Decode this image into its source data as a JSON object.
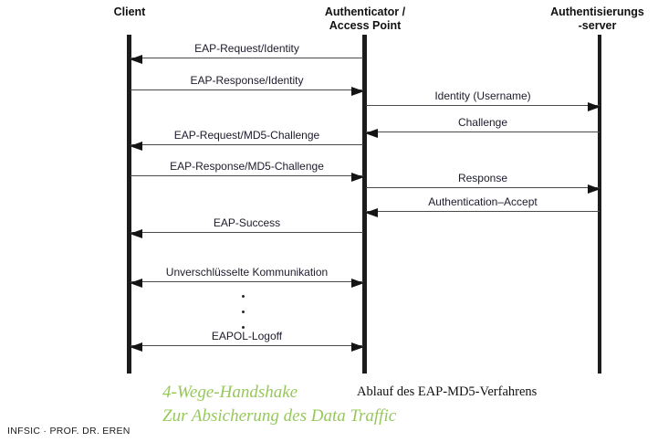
{
  "diagram": {
    "title_caption": "Ablauf des EAP-MD5-Verfahrens",
    "accent_green": "#96C85A",
    "line_color": "#4a4a4a",
    "lifeline_color": "#1c1c1c",
    "participants": [
      {
        "id": "client",
        "label_line1": "Client",
        "label_line2": ""
      },
      {
        "id": "authenticator",
        "label_line1": "Authenticator /",
        "label_line2": "Access Point"
      },
      {
        "id": "auth-server",
        "label_line1": "Authentisierungs",
        "label_line2": "-server"
      }
    ],
    "messages": [
      {
        "id": "eap-request-identity",
        "label": "EAP-Request/Identity",
        "from": "authenticator",
        "to": "client",
        "direction": "left"
      },
      {
        "id": "eap-response-identity",
        "label": "EAP-Response/Identity",
        "from": "client",
        "to": "authenticator",
        "direction": "right"
      },
      {
        "id": "identity-username",
        "label": "Identity (Username)",
        "from": "authenticator",
        "to": "auth-server",
        "direction": "right"
      },
      {
        "id": "challenge",
        "label": "Challenge",
        "from": "auth-server",
        "to": "authenticator",
        "direction": "left"
      },
      {
        "id": "eap-request-md5-challenge",
        "label": "EAP-Request/MD5-Challenge",
        "from": "authenticator",
        "to": "client",
        "direction": "left"
      },
      {
        "id": "eap-response-md5-challenge",
        "label": "EAP-Response/MD5-Challenge",
        "from": "client",
        "to": "authenticator",
        "direction": "right"
      },
      {
        "id": "response",
        "label": "Response",
        "from": "authenticator",
        "to": "auth-server",
        "direction": "right"
      },
      {
        "id": "authentication-accept",
        "label": "Authentication–Accept",
        "from": "auth-server",
        "to": "authenticator",
        "direction": "left"
      },
      {
        "id": "eap-success",
        "label": "EAP-Success",
        "from": "authenticator",
        "to": "client",
        "direction": "left"
      },
      {
        "id": "unverschluesselte-kommunikation",
        "label": "Unverschlüsselte Kommunikation",
        "from": "client",
        "to": "authenticator",
        "direction": "both"
      },
      {
        "id": "eapol-logoff",
        "label": "EAPOL-Logoff",
        "from": "client",
        "to": "authenticator",
        "direction": "both"
      }
    ],
    "continuation_dots": "• • •"
  },
  "annotation": {
    "line1": "4-Wege-Handshake",
    "line2": "Zur Absicherung des Data Traffic"
  },
  "footer": {
    "text": "INFSIC · PROF. DR. EREN"
  }
}
